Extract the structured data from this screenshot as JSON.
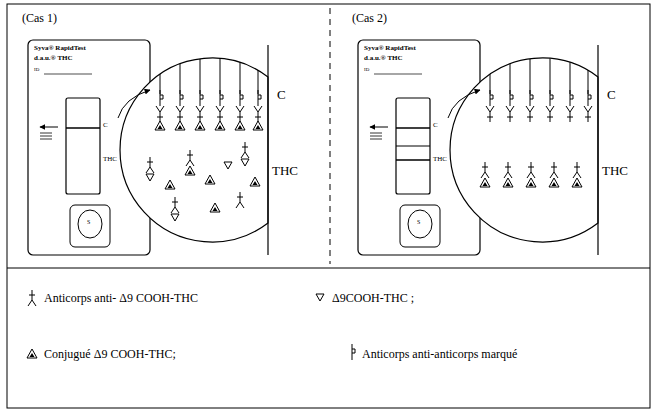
{
  "diagram": {
    "labels": [
      "(Cas 1)",
      "Syva® RapidTest",
      "d.a.u.® THC",
      "ID",
      "C",
      "THC",
      "S",
      "C",
      "THC",
      "(Cas 2)",
      "Syva® RapidTest",
      "d.a.u.® THC",
      "ID",
      "C",
      "THC",
      "S",
      "C",
      "THC"
    ],
    "legend": [
      {
        "text": "Anticorps anti- Δ9 COOH-THC"
      },
      {
        "text": "Δ9COOH-THC ;"
      },
      {
        "text": "Conjugué Δ9 COOH-THC;"
      },
      {
        "text": "Anticorps anti-anticorps marqué"
      }
    ]
  }
}
